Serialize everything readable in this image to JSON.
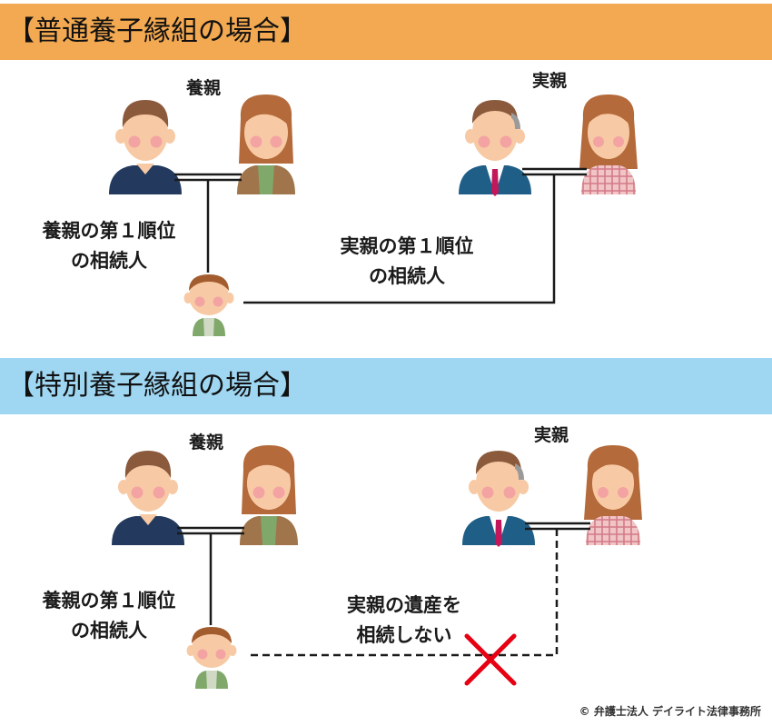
{
  "colors": {
    "banner_top": "#f3a951",
    "banner_bottom": "#9fd7f3",
    "line": "#1a1a1a",
    "cross": "#e60012",
    "skin": "#f7caa5",
    "cheek": "#f4a3a3",
    "hair_brown": "#8b5a3c",
    "hair_woman": "#b46a3a",
    "sweater_navy": "#233a5e",
    "cardigan_brown": "#a0754b",
    "shirt_green": "#7fa86a",
    "suit_teal": "#1f5f87",
    "tie_pink": "#c2185b",
    "plaid": "#e6a1a8"
  },
  "sections": {
    "ordinary": {
      "title": "【普通養子縁組の場合】",
      "adoptive_label": "養親",
      "biological_label": "実親",
      "adoptive_heir_line1": "養親の第１順位",
      "adoptive_heir_line2": "の相続人",
      "biological_heir_line1": "実親の第１順位",
      "biological_heir_line2": "の相続人"
    },
    "special": {
      "title": "【特別養子縁組の場合】",
      "adoptive_label": "養親",
      "biological_label": "実親",
      "adoptive_heir_line1": "養親の第１順位",
      "adoptive_heir_line2": "の相続人",
      "no_inherit_line1": "実親の遺産を",
      "no_inherit_line2": "相続しない"
    }
  },
  "icons": [
    "adoptive-father-icon",
    "adoptive-mother-icon",
    "biological-father-icon",
    "biological-mother-icon",
    "child-icon",
    "cross-mark-icon"
  ],
  "credit": "© 弁護士法人 デイライト法律事務所"
}
